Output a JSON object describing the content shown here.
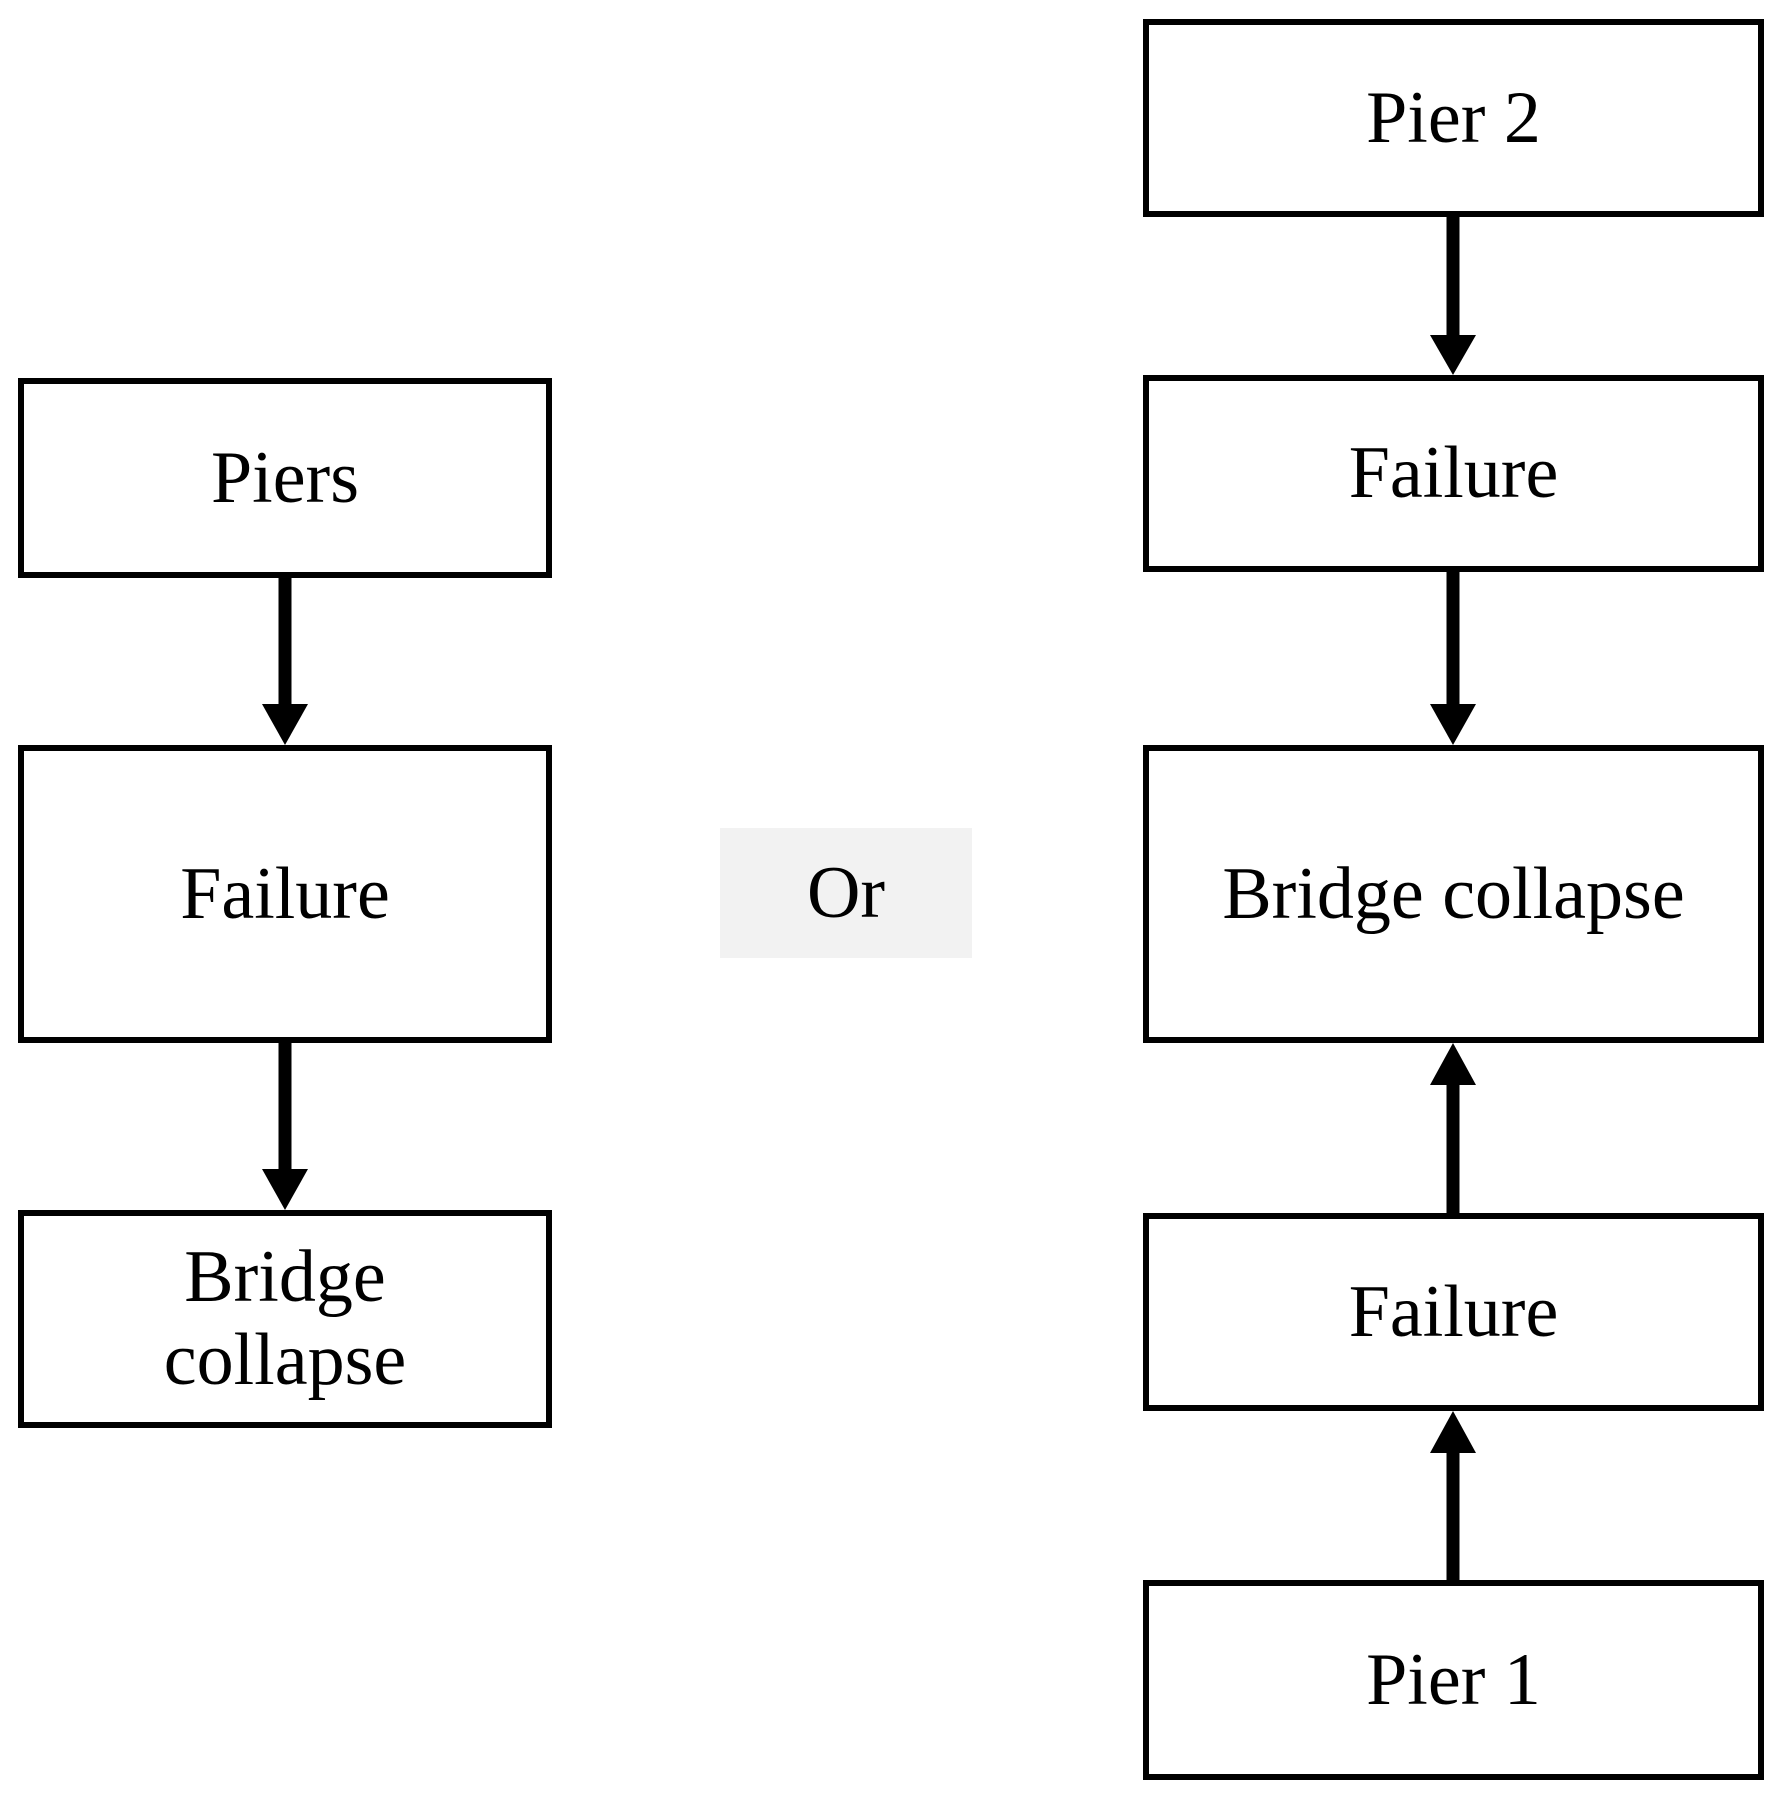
{
  "left_chain": {
    "piers": "Piers",
    "failure": "Failure",
    "collapse_line1": "Bridge",
    "collapse_line2": "collapse"
  },
  "or_label": "Or",
  "right_chain": {
    "pier2": "Pier 2",
    "failure_top": "Failure",
    "collapse": "Bridge collapse",
    "failure_bottom": "Failure",
    "pier1": "Pier 1"
  },
  "colors": {
    "stroke": "#000000",
    "or_background": "#f2f2f2"
  }
}
